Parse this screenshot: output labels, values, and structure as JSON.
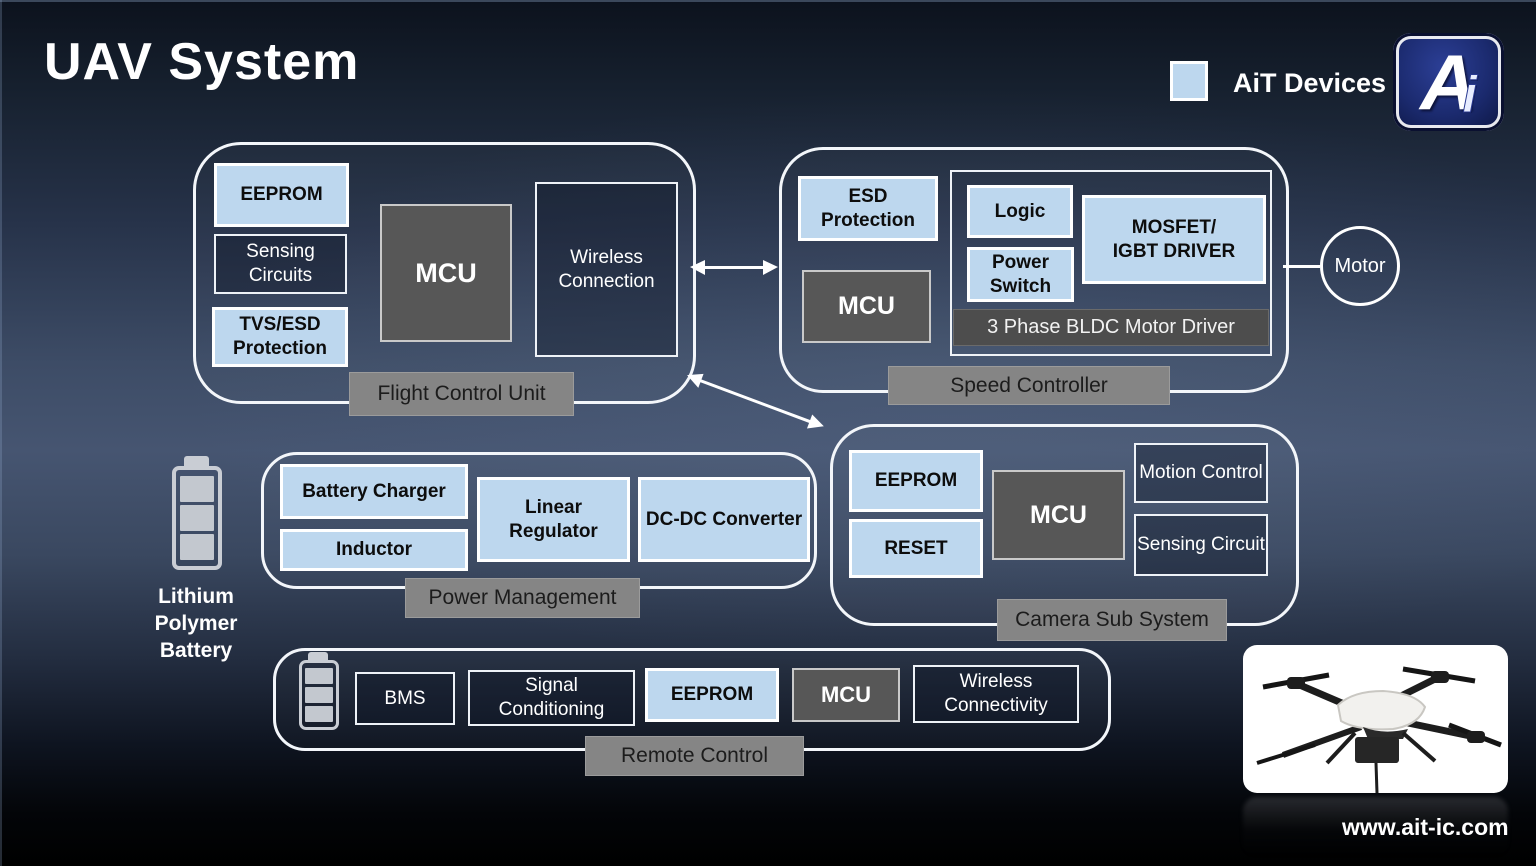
{
  "title": "UAV System",
  "legend": {
    "label": "AiT Devices"
  },
  "logo": {
    "a": "A",
    "i": "i"
  },
  "website": "www.ait-ic.com",
  "battery_caption": "Lithium Polymer Battery",
  "fcu": {
    "label": "Flight Control Unit",
    "eeprom": "EEPROM",
    "sensing_circuits": "Sensing Circuits",
    "tvs_esd": "TVS/ESD Protection",
    "mcu": "MCU",
    "wireless_connection": "Wireless Connection"
  },
  "speed_controller": {
    "label": "Speed Controller",
    "esd_protection": "ESD Protection",
    "mcu": "MCU",
    "logic": "Logic",
    "power_switch": "Power Switch",
    "mosfet_lines": [
      "MOSFET/",
      "IGBT DRIVER"
    ],
    "driver_group_label": "3 Phase BLDC Motor Driver",
    "motor": "Motor"
  },
  "power_management": {
    "label": "Power Management",
    "battery_charger": "Battery Charger",
    "inductor": "Inductor",
    "linear_regulator": "Linear Regulator",
    "dcdc_converter": "DC-DC Converter"
  },
  "camera_subsystem": {
    "label": "Camera Sub System",
    "eeprom": "EEPROM",
    "reset": "RESET",
    "mcu": "MCU",
    "motion_control": "Motion Control",
    "sensing_circuit": "Sensing Circuit"
  },
  "remote_control": {
    "label": "Remote Control",
    "bms": "BMS",
    "signal_conditioning": "Signal Conditioning",
    "eeprom": "EEPROM",
    "mcu": "MCU",
    "wireless_connectivity": "Wireless Connectivity"
  },
  "colors": {
    "device_blue": "#BDD7EE",
    "mcu_gray": "#575757",
    "label_gray": "#858585",
    "driver_bar_gray": "#4D4D4D",
    "background_top": "#0c121d",
    "background_mid": "#465571",
    "background_bottom": "#000000"
  }
}
